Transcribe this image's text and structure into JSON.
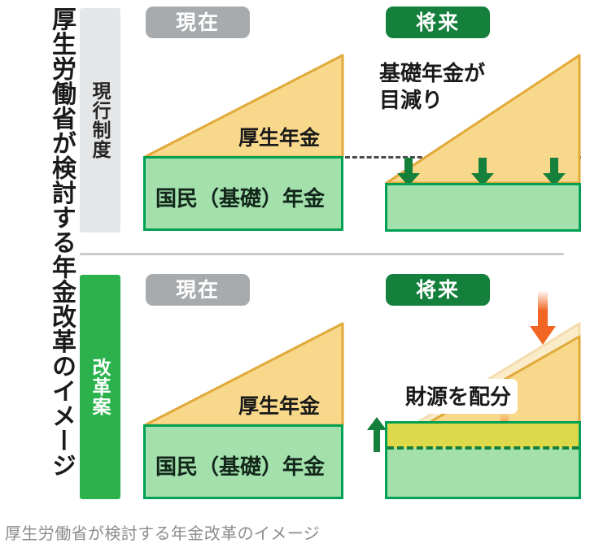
{
  "title_vertical": "厚生労働省が検討する年金改革のイメージ",
  "caption": "厚生労働省が検討する年金改革のイメージ",
  "row_labels": {
    "current_system": "現行制度",
    "reform_plan": "改革案"
  },
  "badges": {
    "now": "現在",
    "future": "将来"
  },
  "layer_labels": {
    "kosei_nenkin": "厚生年金",
    "kokumin_kiso_nenkin": "国民（基礎）年金"
  },
  "annotations": {
    "basic_pension_shrinks": "基礎年金が\n目減り",
    "allocate_funding": "財源を配分"
  },
  "icons": {
    "down_arrow_green": "green-down-arrow-icon",
    "up_arrow_green": "green-up-arrow-icon",
    "down_arrow_orange": "orange-down-arrow-icon"
  },
  "colors": {
    "green_accent": "#00a055",
    "green_badge": "#14803c",
    "green_fill": "#a3e0ac",
    "green_bar": "#2bb24c",
    "gray_badge": "#a7abad",
    "gray_bar": "#e4e6e7",
    "yellow_fill": "#f8d88a",
    "yellow_stroke": "#e0a93a",
    "yellow_band": "#ddd94a",
    "orange_arrow": "#f26522",
    "dash_line": "#4b4b4b",
    "caption_text": "#8c8c8c"
  },
  "chart_data": {
    "type": "area",
    "title": "厚生労働省が検討する年金改革のイメージ",
    "panels": [
      {
        "row": "現行制度",
        "era": "現在",
        "base_layer": {
          "label": "国民（基礎）年金",
          "level": 100
        },
        "top_layer": {
          "label": "厚生年金",
          "shape": "triangle",
          "peak": 100
        }
      },
      {
        "row": "現行制度",
        "era": "将来",
        "base_layer": {
          "label": "国民（基礎）年金",
          "level": 70
        },
        "top_layer": {
          "label": "厚生年金",
          "shape": "triangle",
          "peak": 100
        },
        "annotation": "基礎年金が目減り",
        "change_arrows": 3,
        "change_direction": "down"
      },
      {
        "row": "改革案",
        "era": "現在",
        "base_layer": {
          "label": "国民（基礎）年金",
          "level": 100
        },
        "top_layer": {
          "label": "厚生年金",
          "shape": "triangle",
          "peak": 100
        }
      },
      {
        "row": "改革案",
        "era": "将来",
        "base_layer": {
          "label": "国民（基礎）年金",
          "level": 100,
          "topped_up_band": 30
        },
        "top_layer": {
          "label": "厚生年金",
          "shape": "triangle",
          "peak": 88,
          "ghost_peak": 100
        },
        "annotation": "財源を配分",
        "change_direction": "base up / kosei down"
      }
    ],
    "xlabel": "",
    "ylabel": "",
    "grid": false,
    "legend": "none"
  }
}
